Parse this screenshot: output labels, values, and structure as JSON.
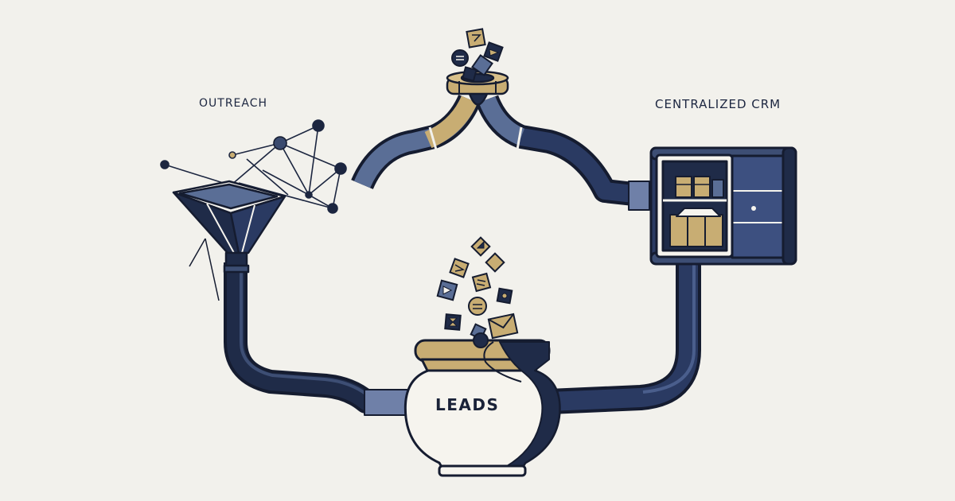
{
  "labels": {
    "outreach": "OUTREACH",
    "crm": "CENTRALIZED CRM",
    "leads": "LEADS"
  },
  "colors": {
    "background": "#f2f1ec",
    "navy": "#1f2b48",
    "slate": "#5a6e96",
    "gold": "#c8ad73",
    "outline": "#151c30",
    "cream": "#f6f4ee"
  },
  "icons": [
    "outreach-network-icon",
    "funnel-icon",
    "intake-nozzle-icon",
    "crm-cabinet-icon",
    "leads-jar-icon",
    "floating-token-icon",
    "envelope-icon"
  ]
}
